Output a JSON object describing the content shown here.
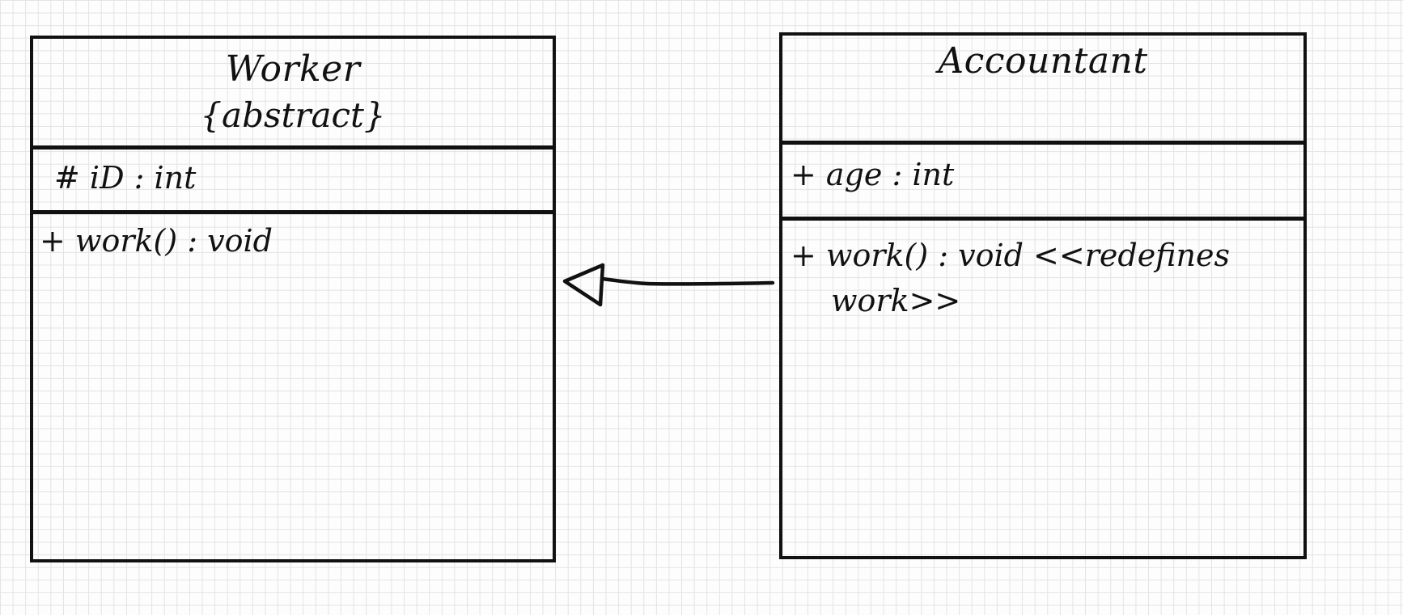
{
  "worker": {
    "name": "Worker",
    "modifier": "{abstract}",
    "attribute": "# iD : int",
    "operation": "+ work() : void"
  },
  "accountant": {
    "name": "Accountant",
    "attribute": "+ age : int",
    "operation_line1": "+ work() : void <<redefines",
    "operation_line2": "work>>"
  },
  "relationship": {
    "type": "generalization",
    "from": "Accountant",
    "to": "Worker"
  }
}
